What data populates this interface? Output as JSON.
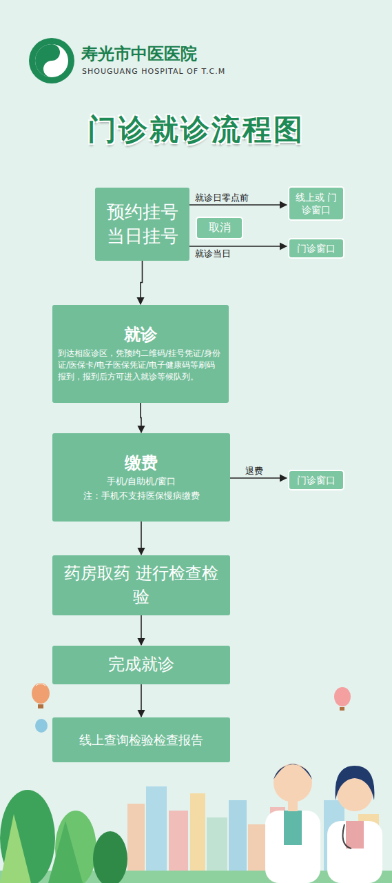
{
  "diagram": {
    "title": "门诊就诊流程图",
    "nodes": [
      {
        "text": [
          "预约挂号 当日挂号"
        ]
      },
      {
        "text": [
          "线上或 门诊窗口"
        ]
      },
      {
        "text": [
          "取消"
        ]
      },
      {
        "text": [
          "门诊窗口"
        ]
      },
      {
        "text": [
          "就诊",
          "到达相应诊区，凭预约二维码/挂号凭证/身份证/医保卡/电子医保凭证/电子健康码等刷码报到，报到后方可进入就诊等候队列。"
        ]
      },
      {
        "text": [
          "缴费",
          "手机/自助机/窗口",
          "注：手机不支持医保慢病缴费"
        ]
      },
      {
        "text": [
          "门诊窗口"
        ]
      },
      {
        "text": [
          "药房取药 进行检查检验"
        ]
      },
      {
        "text": [
          "完成就诊"
        ]
      },
      {
        "text": [
          "线上查询检验检查报告"
        ]
      }
    ],
    "edges": [
      {
        "from": 0,
        "to": 1,
        "label": "就诊日零点前",
        "arrow": "to"
      },
      {
        "from": 0,
        "to": 3,
        "label": "就诊当日",
        "arrow": "to"
      },
      {
        "from": 0,
        "to": 4,
        "arrow": "to"
      },
      {
        "from": 4,
        "to": 5,
        "arrow": "to"
      },
      {
        "from": 5,
        "to": 6,
        "label": "退费",
        "arrow": "to"
      },
      {
        "from": 5,
        "to": 7,
        "arrow": "to"
      },
      {
        "from": 7,
        "to": 8,
        "arrow": "to"
      },
      {
        "from": 8,
        "to": 9,
        "arrow": "to"
      }
    ],
    "labels": [
      "寿光市中医医院",
      "SHOUGUANG HOSPITAL OF T.C.M"
    ]
  }
}
